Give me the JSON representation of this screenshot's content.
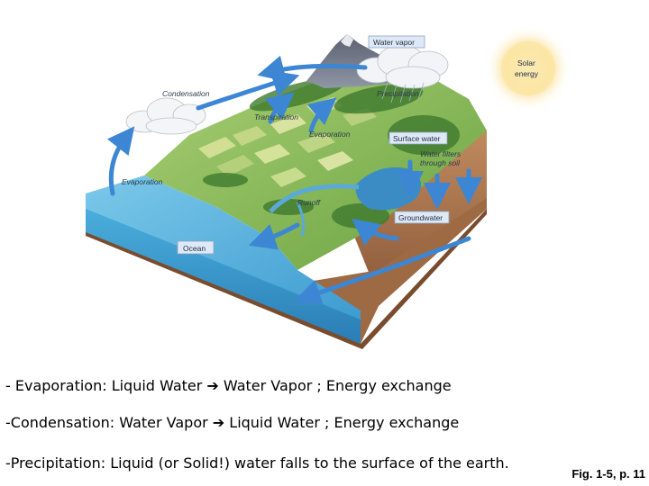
{
  "diagram": {
    "labels": {
      "water_vapor": "Water vapor",
      "solar_energy_line1": "Solar",
      "solar_energy_line2": "energy",
      "condensation": "Condensation",
      "precipitation": "Precipitation",
      "transpiration": "Transpiration",
      "evaporation_land": "Evaporation",
      "surface_water": "Surface water",
      "water_filters_line1": "Water filters",
      "water_filters_line2": "through soil",
      "evaporation_ocean": "Evaporation",
      "runoff": "Runoff",
      "groundwater": "Groundwater",
      "ocean": "Ocean"
    },
    "colors": {
      "arrow": "#3d86d3",
      "ocean": "#3f9fd1",
      "land": "#8fbf5a",
      "soil": "#b07a52",
      "sun": "#f3c24b"
    }
  },
  "bullets": {
    "evaporation": {
      "prefix": "- Evaporation: Liquid Water ",
      "suffix": " Water Vapor ; Energy exchange"
    },
    "condensation": {
      "prefix": "-Condensation: Water Vapor ",
      "suffix": " Liquid Water ; Energy exchange"
    },
    "precipitation": {
      "text": "-Precipitation: Liquid (or Solid!) water falls to the surface of the earth."
    },
    "arrow_glyph": "➔"
  },
  "caption": "Fig. 1-5, p. 11"
}
